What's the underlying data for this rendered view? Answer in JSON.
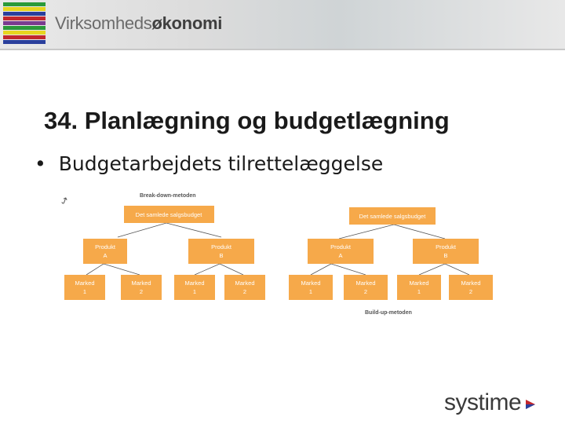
{
  "header": {
    "brand_prefix": "Virksomheds",
    "brand_suffix": "økonomi"
  },
  "slide": {
    "title": "34. Planlægning og budgetlægning",
    "bullet": "Budgetarbejdets tilrettelæggelse"
  },
  "diagram": {
    "left_label": "Break-down-metoden",
    "right_label": "Build-up-metoden",
    "root": "Det samlede salgsbudget",
    "products": [
      {
        "line1": "Produkt",
        "line2": "A"
      },
      {
        "line1": "Produkt",
        "line2": "B"
      }
    ],
    "markets": [
      {
        "line1": "Marked",
        "line2": "1"
      },
      {
        "line1": "Marked",
        "line2": "2"
      },
      {
        "line1": "Marked",
        "line2": "1"
      },
      {
        "line1": "Marked",
        "line2": "2"
      }
    ],
    "box_color": "#f6a94a",
    "line_color": "#555555"
  },
  "footer": {
    "logo": "systime"
  }
}
